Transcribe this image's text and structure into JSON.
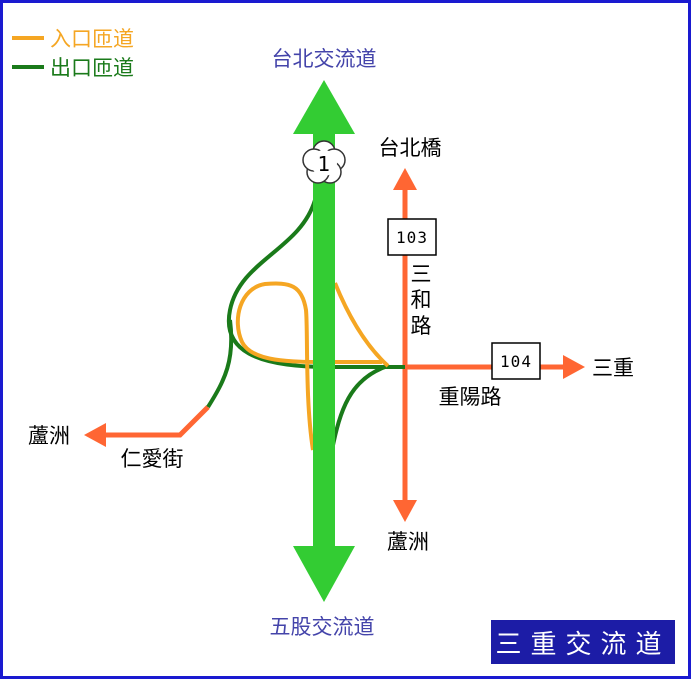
{
  "title": "三重交流道",
  "legend": {
    "entrance": "入口匝道",
    "exit": "出口匝道"
  },
  "labels": {
    "north_interchange": "台北交流道",
    "south_interchange": "五股交流道",
    "taipei_bridge": "台北橋",
    "sanhe_road": "三和路",
    "sanchong": "三重",
    "chongyang_road": "重陽路",
    "luzhou_west": "蘆洲",
    "renai_street": "仁愛街",
    "luzhou_south": "蘆洲"
  },
  "shields": {
    "freeway": "1",
    "route_103": "103",
    "route_104": "104"
  },
  "colors": {
    "freeway": "#33cc33",
    "road": "#ff6633",
    "entrance_ramp": "#f5a623",
    "exit_ramp": "#1a7a1a",
    "frame": "#1a1ad0",
    "label_blue": "#4444aa",
    "title_bg": "#1c1ca6"
  }
}
